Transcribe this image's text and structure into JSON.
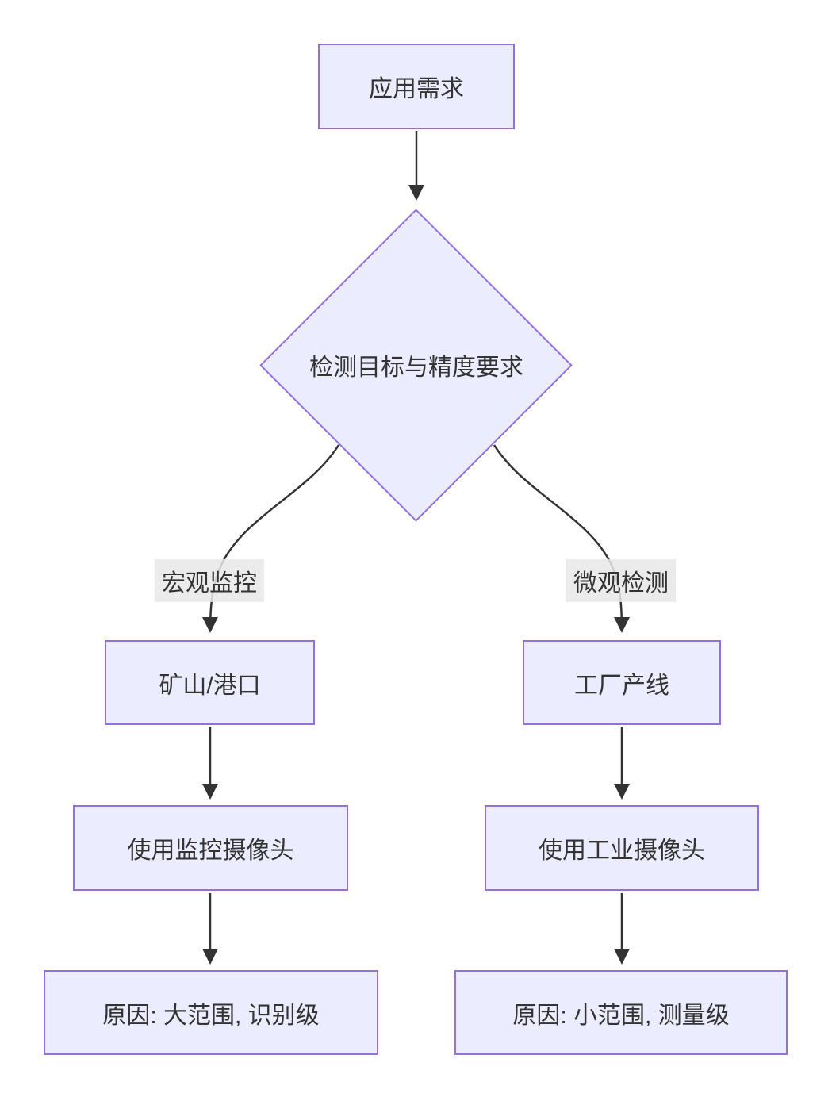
{
  "diagram": {
    "type": "flowchart-top-down",
    "colors": {
      "node_fill": "#ECECFF",
      "node_border": "#9370DB",
      "text": "#333333",
      "edge": "#333333",
      "edge_label_bg": "#e8e8e8",
      "background": "#ffffff"
    },
    "nodes": {
      "start": {
        "label": "应用需求",
        "shape": "rect"
      },
      "decision": {
        "label": "检测目标与精度要求",
        "shape": "diamond"
      },
      "left_scene": {
        "label": "矿山/港口",
        "shape": "rect"
      },
      "right_scene": {
        "label": "工厂产线",
        "shape": "rect"
      },
      "left_camera": {
        "label": "使用监控摄像头",
        "shape": "rect"
      },
      "right_camera": {
        "label": "使用工业摄像头",
        "shape": "rect"
      },
      "left_reason": {
        "label": "原因: 大范围, 识别级",
        "shape": "rect"
      },
      "right_reason": {
        "label": "原因: 小范围, 测量级",
        "shape": "rect"
      }
    },
    "edge_labels": {
      "left_branch": "宏观监控",
      "right_branch": "微观检测"
    },
    "edges": [
      {
        "from": "start",
        "to": "decision",
        "label": ""
      },
      {
        "from": "decision",
        "to": "left_scene",
        "label": "宏观监控"
      },
      {
        "from": "decision",
        "to": "right_scene",
        "label": "微观检测"
      },
      {
        "from": "left_scene",
        "to": "left_camera",
        "label": ""
      },
      {
        "from": "right_scene",
        "to": "right_camera",
        "label": ""
      },
      {
        "from": "left_camera",
        "to": "left_reason",
        "label": ""
      },
      {
        "from": "right_camera",
        "to": "right_reason",
        "label": ""
      }
    ]
  }
}
